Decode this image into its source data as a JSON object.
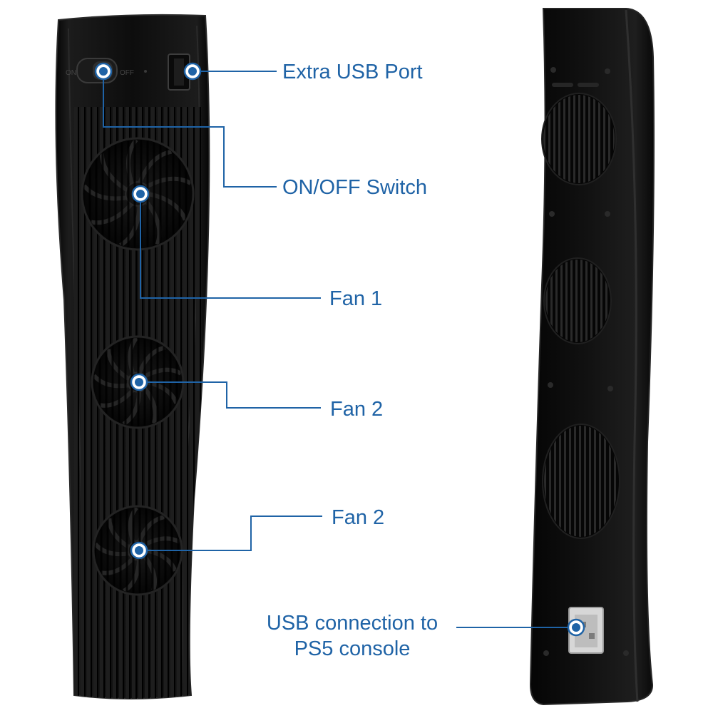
{
  "colors": {
    "callout": "#1f63a6",
    "device": "#0c0c0c",
    "device_edge": "#2a2a2a",
    "background": "#ffffff"
  },
  "front_unit": {
    "switch_on_text": "ON",
    "switch_off_text": "OFF"
  },
  "callouts": {
    "usb_port": "Extra USB Port",
    "switch": "ON/OFF Switch",
    "fan_1": "Fan 1",
    "fan_2": "Fan 2",
    "fan_3": "Fan 2",
    "usb_connection_line1": "USB connection to",
    "usb_connection_line2": "PS5 console"
  }
}
